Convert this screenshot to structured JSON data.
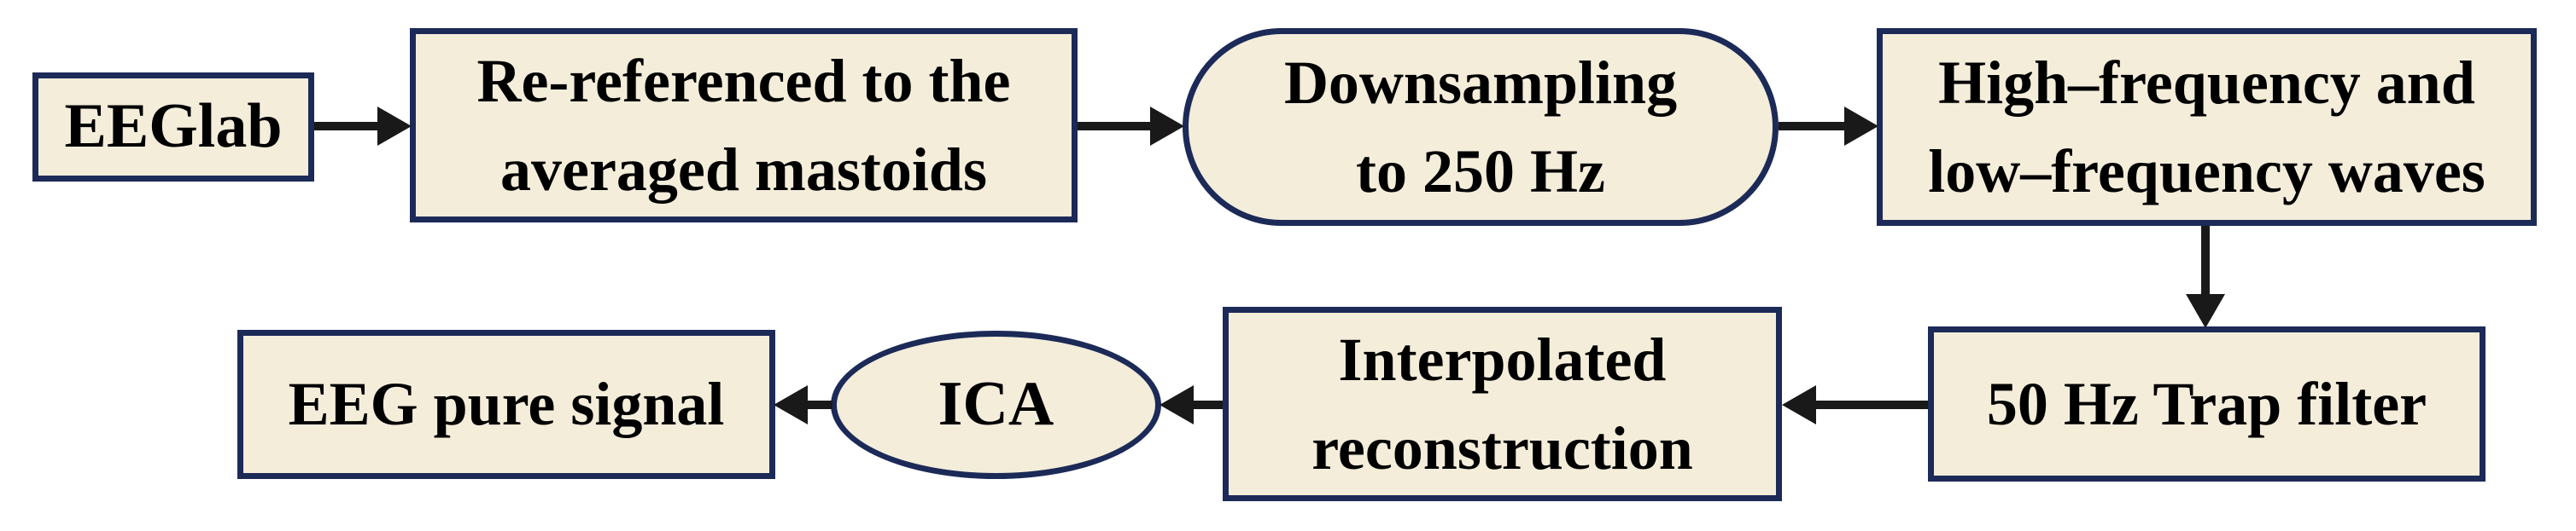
{
  "diagram": {
    "type": "flowchart",
    "description": "EEG signal preprocessing pipeline flowchart",
    "colors": {
      "node_fill": "#f3edda",
      "node_border": "#1c2a58",
      "arrow": "#191919",
      "text": "#000000"
    },
    "nodes": [
      {
        "id": "eeglab",
        "shape": "rectangle",
        "label": "EEGlab"
      },
      {
        "id": "rereferenced",
        "shape": "rectangle",
        "label": "Re-referenced to the\naveraged mastoids"
      },
      {
        "id": "downsampling",
        "shape": "stadium",
        "label": "Downsampling\nto 250 Hz"
      },
      {
        "id": "freq-waves",
        "shape": "rectangle",
        "label": "High–frequency and\nlow–frequency waves"
      },
      {
        "id": "trap-filter",
        "shape": "rectangle",
        "label": "50 Hz Trap filter"
      },
      {
        "id": "interpolated",
        "shape": "rectangle",
        "label": "Interpolated\nreconstruction"
      },
      {
        "id": "ica",
        "shape": "ellipse",
        "label": "ICA"
      },
      {
        "id": "eeg-pure",
        "shape": "rectangle",
        "label": "EEG pure signal"
      }
    ],
    "edges": [
      {
        "from": "eeglab",
        "to": "rereferenced",
        "direction": "right"
      },
      {
        "from": "rereferenced",
        "to": "downsampling",
        "direction": "right"
      },
      {
        "from": "downsampling",
        "to": "freq-waves",
        "direction": "right"
      },
      {
        "from": "freq-waves",
        "to": "trap-filter",
        "direction": "down"
      },
      {
        "from": "trap-filter",
        "to": "interpolated",
        "direction": "left"
      },
      {
        "from": "interpolated",
        "to": "ica",
        "direction": "left"
      },
      {
        "from": "ica",
        "to": "eeg-pure",
        "direction": "left"
      }
    ]
  }
}
